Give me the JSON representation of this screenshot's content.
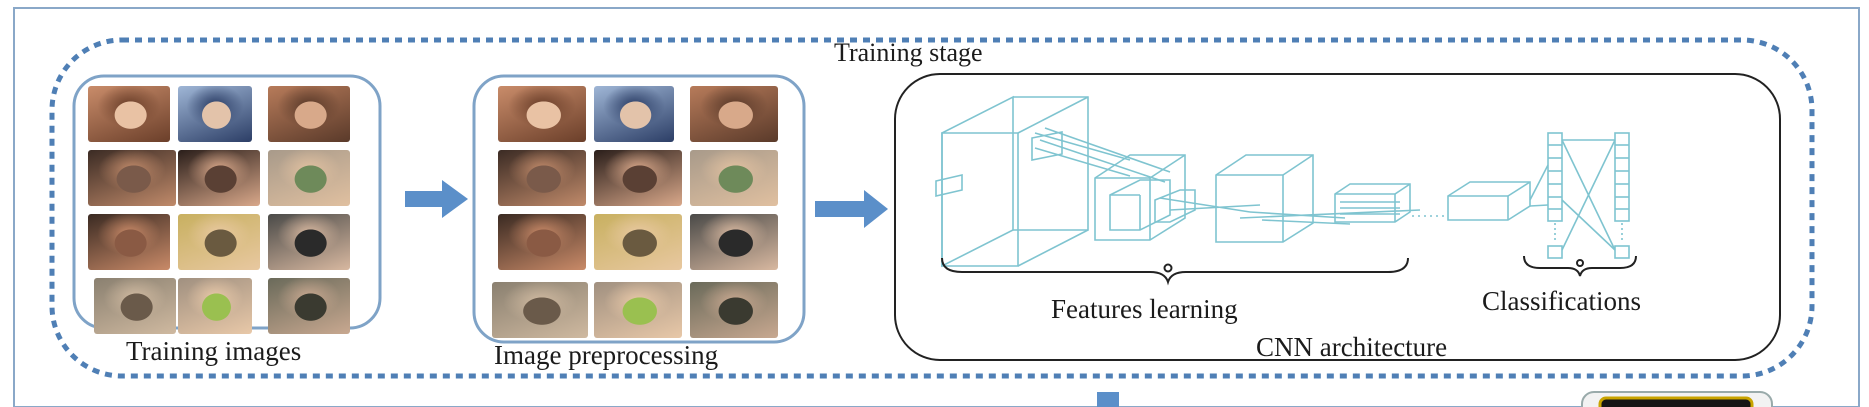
{
  "labels": {
    "training_stage": "Training stage",
    "training_images": "Training images",
    "image_preprocessing": "Image preprocessing",
    "features_learning": "Features learning",
    "classifications": "Classifications",
    "cnn_architecture": "CNN architecture"
  },
  "colors": {
    "dashed_border": "#4f7fb5",
    "panel_border": "#7fa3c7",
    "arrow": "#5b8fc9",
    "cnn_line": "#7fc4d0",
    "outer_frame": "#8aa8c8"
  },
  "photo_grids": {
    "training_images": {
      "rows": 4,
      "cols": 3
    },
    "image_preprocessing": {
      "rows": 4,
      "cols": 3
    }
  }
}
